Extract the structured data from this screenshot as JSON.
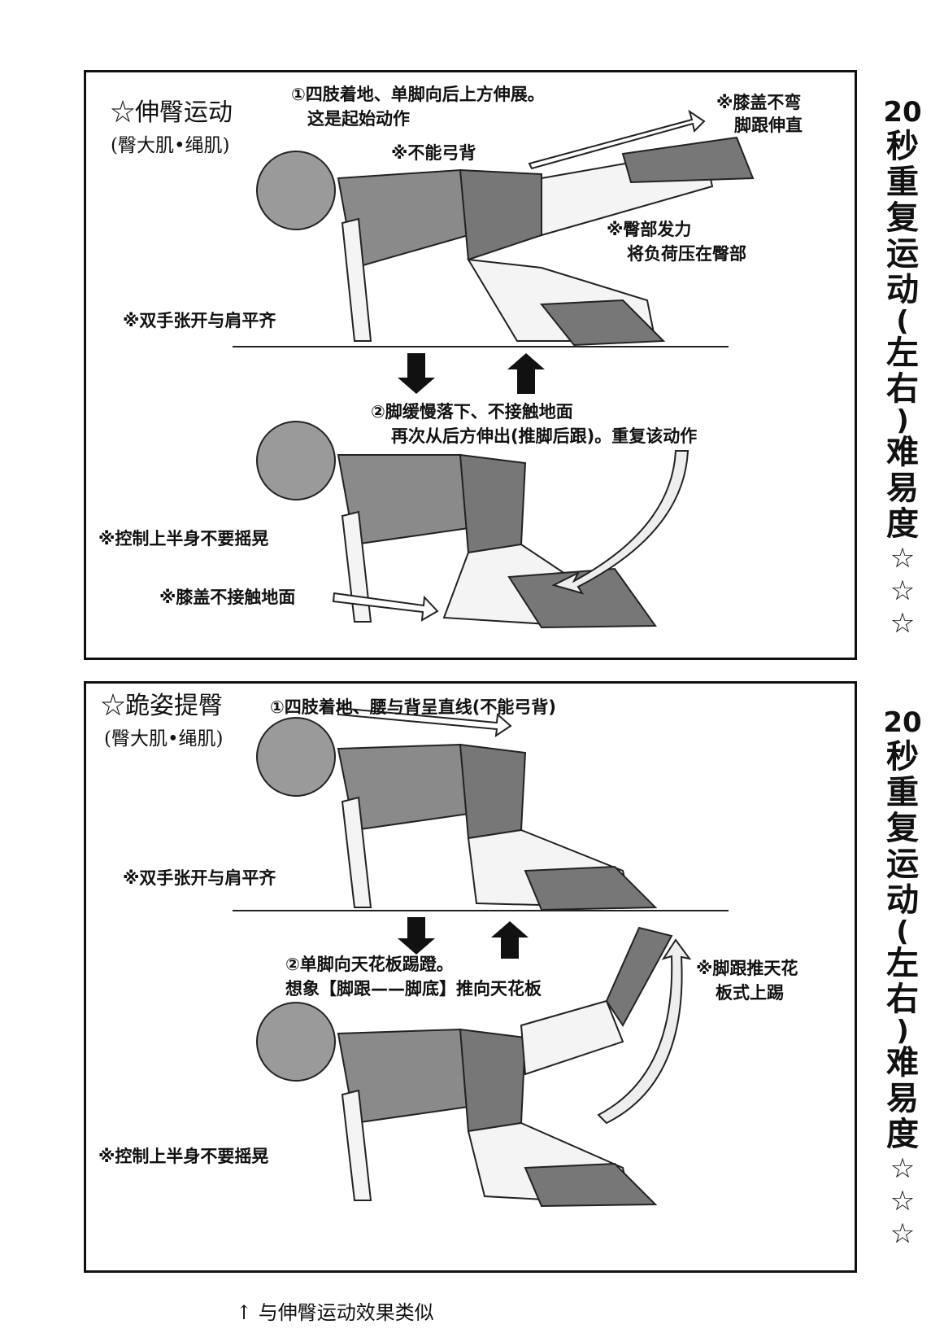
{
  "panel1": {
    "title": "☆伸臀运动",
    "subtitle": "(臀大肌•绳肌)",
    "step1_line1": "①四肢着地、单脚向后上方伸展。",
    "step1_line2": "这是起始动作",
    "note_knee": "※膝盖不弯",
    "note_heel": "脚跟伸直",
    "note_back": "※不能弓背",
    "note_hip1": "※臀部发力",
    "note_hip2": "将负荷压在臀部",
    "note_hands": "※双手张开与肩平齐",
    "step2_line1": "②脚缓慢落下、不接触地面",
    "step2_line2": "再次从后方伸出(推脚后跟)。重复该动作",
    "note_upper": "※控制上半身不要摇晃",
    "note_knee_floor": "※膝盖不接触地面"
  },
  "panel2": {
    "title": "☆跪姿提臀",
    "subtitle": "(臀大肌•绳肌)",
    "step1": "①四肢着地、腰与背呈直线(不能弓背)",
    "note_hands": "※双手张开与肩平齐",
    "step2_line1": "②单脚向天花板踢蹬。",
    "step2_line2": "想象【脚跟——脚底】推向天花板",
    "note_kick1": "※脚跟推天花",
    "note_kick2": "板式上踢",
    "note_upper": "※控制上半身不要摇晃"
  },
  "side_text": {
    "number": "20",
    "chars": [
      "秒",
      "重",
      "复",
      "运",
      "动"
    ],
    "paren_open": "(",
    "lr": [
      "左",
      "右"
    ],
    "paren_close": ")",
    "difficulty": [
      "难",
      "易",
      "度"
    ],
    "stars": [
      "☆",
      "☆",
      "☆"
    ]
  },
  "footer": "↑ 与伸臀运动效果类似"
}
